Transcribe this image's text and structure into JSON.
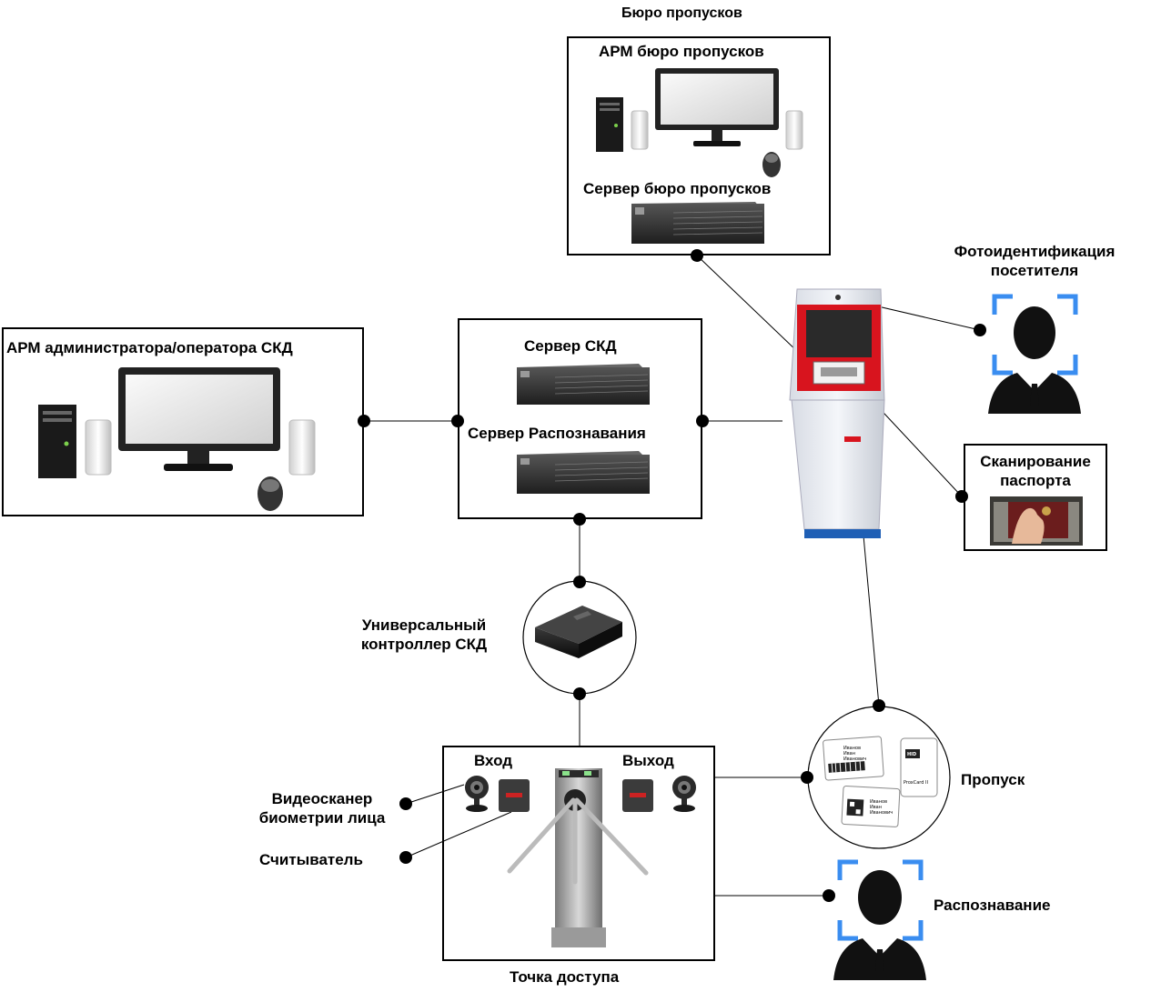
{
  "title_bureau": "Бюро пропусков",
  "arm_bureau": "АРМ бюро пропусков",
  "server_bureau": "Сервер бюро пропусков",
  "arm_admin": "АРМ администратора/оператора СКД",
  "server_skd": "Сервер СКД",
  "server_recognition": "Сервер Распознавания",
  "photo_id": [
    "Фотоидентификация",
    "посетителя"
  ],
  "passport_scan": [
    "Сканирование",
    "паспорта"
  ],
  "controller": [
    "Универсальный",
    "контроллер СКД"
  ],
  "pass": "Пропуск",
  "entry": "Вход",
  "exit": "Выход",
  "video_scanner": [
    "Видеосканер",
    "биометрии лица"
  ],
  "reader": "Считыватель",
  "recognition": "Распознавание",
  "access_point": "Точка доступа",
  "card1": [
    "Иванов",
    "Иван",
    "Иванович"
  ],
  "card_brand": "HID",
  "card_model": "ProxCard II"
}
